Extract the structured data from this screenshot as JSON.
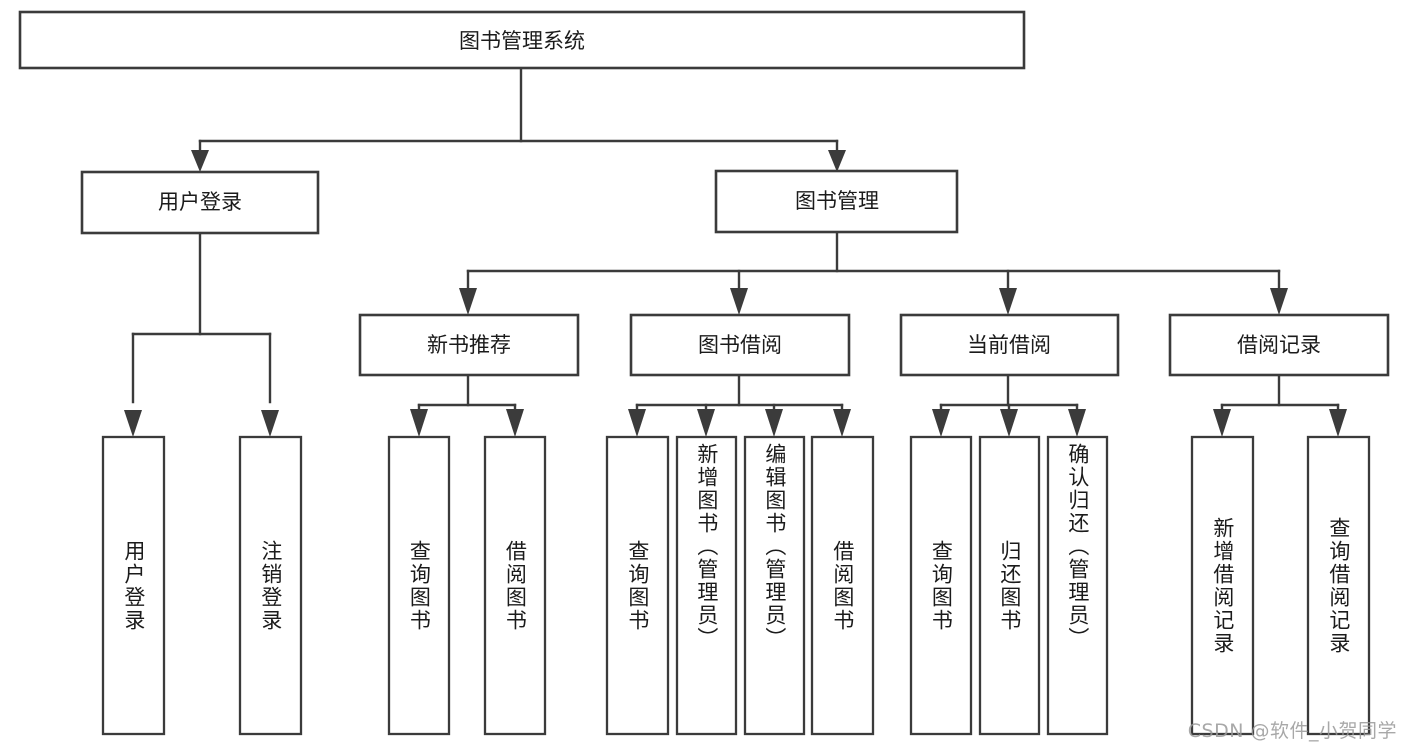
{
  "diagram": {
    "title": "图书管理系统",
    "type": "hierarchy-tree",
    "colors": {
      "box_stroke": "#3b3b3b",
      "box_fill": "#ffffff",
      "text": "#1b1b1b",
      "background": "#ffffff",
      "watermark": "#9a9a9a"
    },
    "root": {
      "label": "图书管理系统"
    },
    "level2": [
      {
        "label": "用户登录"
      },
      {
        "label": "图书管理"
      }
    ],
    "level3": [
      {
        "label": "新书推荐"
      },
      {
        "label": "图书借阅"
      },
      {
        "label": "当前借阅"
      },
      {
        "label": "借阅记录"
      }
    ],
    "leaves": {
      "user_login": [
        {
          "label": "用户登录"
        },
        {
          "label": "注销登录"
        }
      ],
      "new_book": [
        {
          "label": "查询图书"
        },
        {
          "label": "借阅图书"
        }
      ],
      "book_borrow": [
        {
          "label": "查询图书"
        },
        {
          "label": "新增图书（管理员）"
        },
        {
          "label": "编辑图书（管理员）"
        },
        {
          "label": "借阅图书"
        }
      ],
      "current_borrow": [
        {
          "label": "查询图书"
        },
        {
          "label": "归还图书"
        },
        {
          "label": "确认归还（管理员）"
        }
      ],
      "borrow_record": [
        {
          "label": "新增借阅记录"
        },
        {
          "label": "查询借阅记录"
        }
      ]
    }
  },
  "watermark": {
    "text": "CSDN @软件_小贺同学"
  }
}
